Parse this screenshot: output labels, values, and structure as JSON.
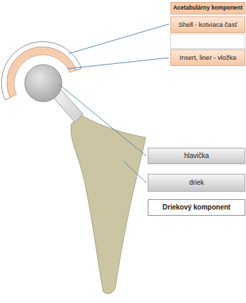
{
  "diagram": {
    "nodes": [
      {
        "text": [
          "Acetabulárny komponent"
        ]
      },
      {
        "text": [
          "Shell - kotviaca časť"
        ]
      },
      {
        "text": [
          "Insert, liner - vložka"
        ]
      },
      {
        "text": [
          "hlavička"
        ]
      },
      {
        "text": [
          "driek"
        ]
      },
      {
        "text": [
          "Driekový komponent"
        ]
      }
    ]
  }
}
